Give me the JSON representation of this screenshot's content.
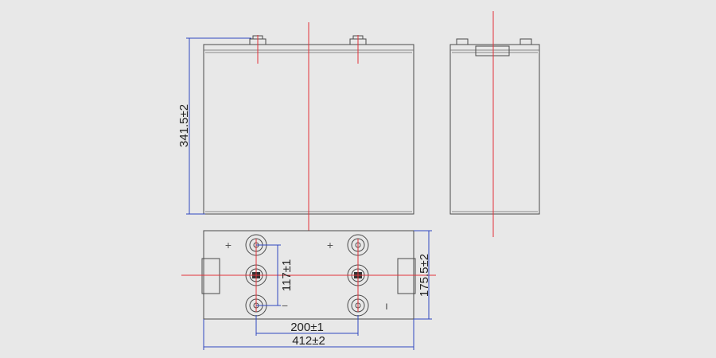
{
  "colors": {
    "background": "#e8e8e8",
    "outline": "#4a4a4a",
    "center_line": "#e2323a",
    "dimension_line": "#3048c0",
    "text": "#222222"
  },
  "dimensions": {
    "height": "341.5±2",
    "depth": "175.5±2",
    "terminal_pitch_vertical": "117±1",
    "terminal_pitch_horizontal": "200±1",
    "length": "412±2"
  },
  "polarity": {
    "positive": "+",
    "negative": "−",
    "negative_mark_right": "ı"
  },
  "icons": {
    "terminal": "terminal-post-icon",
    "bolt": "terminal-bolt-icon"
  }
}
